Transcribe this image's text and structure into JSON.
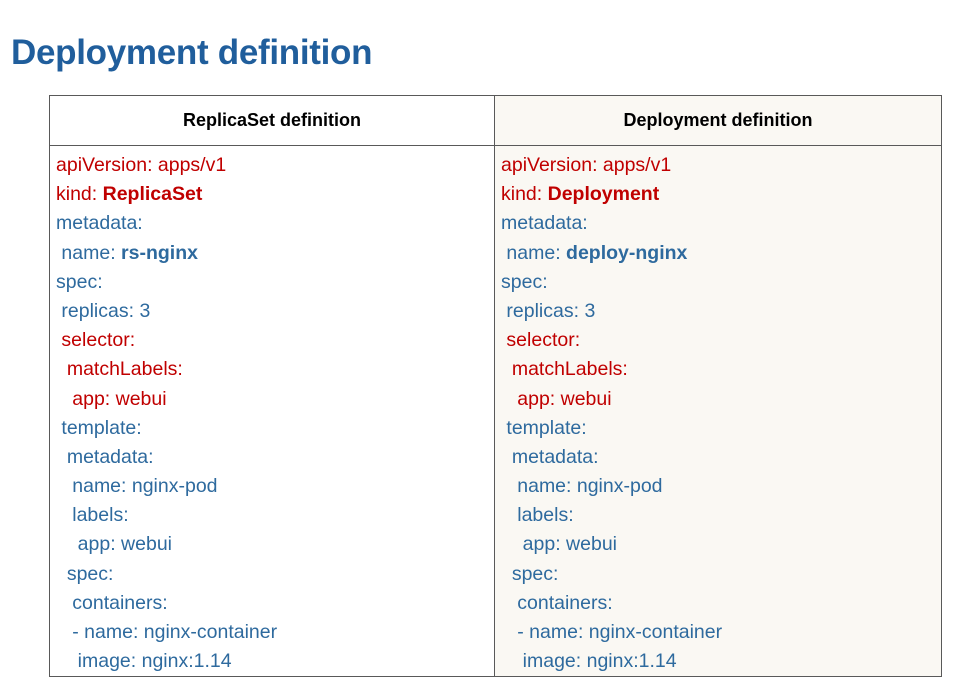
{
  "slide": {
    "title": "Deployment definition",
    "title_color": "#205e9c",
    "background": "#ffffff"
  },
  "palette": {
    "red": "#c00000",
    "blue": "#2e6a9e",
    "border": "#595959",
    "left_cell_bg": "#ffffff",
    "right_cell_bg": "#faf8f3",
    "header_text": "#000000"
  },
  "table": {
    "headers": [
      "ReplicaSet definition",
      "Deployment definition"
    ],
    "columns": [
      {
        "name": "replicaset",
        "header": "ReplicaSet definition",
        "background": "#ffffff",
        "lines": [
          {
            "indent": 0,
            "color": "red",
            "text": "apiVersion: apps/v1",
            "bold_value": ""
          },
          {
            "indent": 0,
            "color": "red",
            "text": "kind: ",
            "bold_value": "ReplicaSet"
          },
          {
            "indent": 0,
            "color": "blue",
            "text": "metadata:",
            "bold_value": ""
          },
          {
            "indent": 1,
            "color": "blue",
            "text": "name: ",
            "bold_value": "rs-nginx"
          },
          {
            "indent": 0,
            "color": "blue",
            "text": "spec:",
            "bold_value": ""
          },
          {
            "indent": 1,
            "color": "blue",
            "text": "replicas: 3",
            "bold_value": ""
          },
          {
            "indent": 1,
            "color": "red",
            "text": "selector:",
            "bold_value": ""
          },
          {
            "indent": 2,
            "color": "red",
            "text": "matchLabels:",
            "bold_value": ""
          },
          {
            "indent": 3,
            "color": "red",
            "text": "app: webui",
            "bold_value": ""
          },
          {
            "indent": 1,
            "color": "blue",
            "text": "template:",
            "bold_value": ""
          },
          {
            "indent": 2,
            "color": "blue",
            "text": "metadata:",
            "bold_value": ""
          },
          {
            "indent": 3,
            "color": "blue",
            "text": "name: nginx-pod",
            "bold_value": ""
          },
          {
            "indent": 3,
            "color": "blue",
            "text": "labels:",
            "bold_value": ""
          },
          {
            "indent": 4,
            "color": "blue",
            "text": "app: webui",
            "bold_value": ""
          },
          {
            "indent": 2,
            "color": "blue",
            "text": "spec:",
            "bold_value": ""
          },
          {
            "indent": 3,
            "color": "blue",
            "text": "containers:",
            "bold_value": ""
          },
          {
            "indent": 3,
            "color": "blue",
            "text": "- name: nginx-container",
            "bold_value": ""
          },
          {
            "indent": 4,
            "color": "blue",
            "text": "image: nginx:1.14",
            "bold_value": ""
          }
        ]
      },
      {
        "name": "deployment",
        "header": "Deployment definition",
        "background": "#faf8f3",
        "lines": [
          {
            "indent": 0,
            "color": "red",
            "text": "apiVersion: apps/v1",
            "bold_value": ""
          },
          {
            "indent": 0,
            "color": "red",
            "text": "kind: ",
            "bold_value": "Deployment"
          },
          {
            "indent": 0,
            "color": "blue",
            "text": "metadata:",
            "bold_value": ""
          },
          {
            "indent": 1,
            "color": "blue",
            "text": "name: ",
            "bold_value": "deploy-nginx"
          },
          {
            "indent": 0,
            "color": "blue",
            "text": "spec:",
            "bold_value": ""
          },
          {
            "indent": 1,
            "color": "blue",
            "text": "replicas: 3",
            "bold_value": ""
          },
          {
            "indent": 1,
            "color": "red",
            "text": "selector:",
            "bold_value": ""
          },
          {
            "indent": 2,
            "color": "red",
            "text": "matchLabels:",
            "bold_value": ""
          },
          {
            "indent": 3,
            "color": "red",
            "text": "app: webui",
            "bold_value": ""
          },
          {
            "indent": 1,
            "color": "blue",
            "text": "template:",
            "bold_value": ""
          },
          {
            "indent": 2,
            "color": "blue",
            "text": "metadata:",
            "bold_value": ""
          },
          {
            "indent": 3,
            "color": "blue",
            "text": "name: nginx-pod",
            "bold_value": ""
          },
          {
            "indent": 3,
            "color": "blue",
            "text": "labels:",
            "bold_value": ""
          },
          {
            "indent": 4,
            "color": "blue",
            "text": "app: webui",
            "bold_value": ""
          },
          {
            "indent": 2,
            "color": "blue",
            "text": "spec:",
            "bold_value": ""
          },
          {
            "indent": 3,
            "color": "blue",
            "text": "containers:",
            "bold_value": ""
          },
          {
            "indent": 3,
            "color": "blue",
            "text": "- name: nginx-container",
            "bold_value": ""
          },
          {
            "indent": 4,
            "color": "blue",
            "text": "image: nginx:1.14",
            "bold_value": ""
          }
        ]
      }
    ]
  }
}
